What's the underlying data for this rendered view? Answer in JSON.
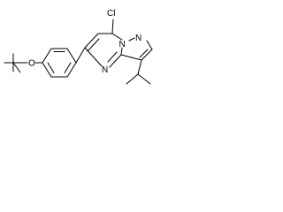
{
  "labels": {
    "chlorine": "Cl",
    "oxygen": "O",
    "nitrogen_pyrazole": "N",
    "nitrogen_bridge": "N",
    "nitrogen_pyrimidine": "N"
  }
}
